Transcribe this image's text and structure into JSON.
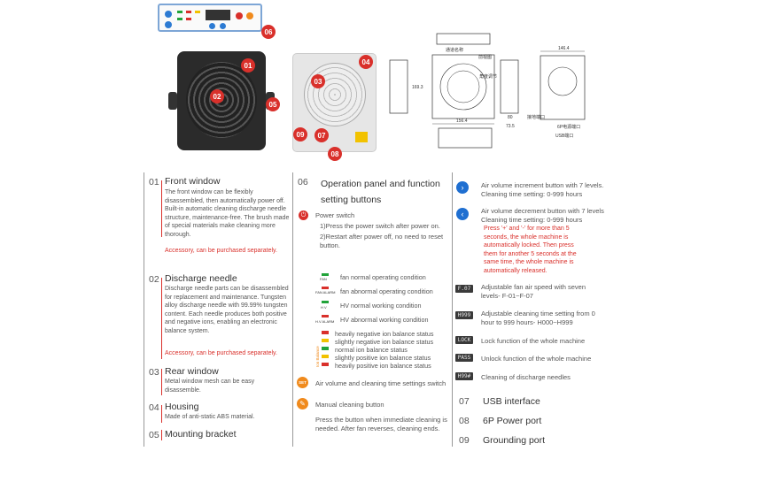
{
  "images": {
    "badges": [
      "01",
      "02",
      "03",
      "04",
      "05",
      "06",
      "07",
      "08",
      "09"
    ],
    "drawing_labels": {
      "top": "通道名称",
      "side": "前视图",
      "side2": "角度调节",
      "w1": "146.4",
      "w2": "156.4",
      "w3": "80",
      "w4": "73.5",
      "h": "169.3",
      "rear": "6P电源端口",
      "usb": "USB端口",
      "ground": "接地端口"
    }
  },
  "col1": {
    "items": [
      {
        "num": "01",
        "title": "Front window",
        "desc": "The front window can be flexibly disassembled, then automatically power off. Built-in automatic cleaning discharge needle structure, maintenance-free. The brush made of special materials make cleaning more thorough.",
        "note": "Accessory, can be purchased separately."
      },
      {
        "num": "02",
        "title": "Discharge needle",
        "desc": "Discharge needle parts can be disassembled for replacement and maintenance. Tungsten alloy discharge needle with 99.99% tungsten content. Each needle produces both positive and negative ions, enabling an electronic balance system.",
        "note": "Accessory, can be purchased separately."
      },
      {
        "num": "03",
        "title": "Rear window",
        "desc": "Metal window mesh can be easy disassemble."
      },
      {
        "num": "04",
        "title": "Housing",
        "desc": "Made of anti-static ABS material."
      },
      {
        "num": "05",
        "title": "Mounting bracket"
      }
    ]
  },
  "col2": {
    "num": "06",
    "title": "Operation panel and function setting buttons",
    "power_title": "Power switch",
    "power_1": "1)Press the power switch after power on.",
    "power_2": "2)Restart after power off, no need to reset button.",
    "fan_normal_label": "FAN",
    "fan_normal": "fan normal operating condition",
    "fan_abn_label": "FAN ALARM",
    "fan_abn": "fan abnormal operating condition",
    "hv_normal_label": "H V",
    "hv_normal": "HV normal working condition",
    "hv_abn_label": "H.V ALARM",
    "hv_abn": "HV abnormal working condition",
    "ion_label": "Ion Balance",
    "ion": [
      "heavily negative ion balance status",
      "slightly negative ion balance status",
      "normal ion balance status",
      "slightly positive ion balance status",
      "heavily positive ion balance status"
    ],
    "set_icon": "SET",
    "set": "Air volume and cleaning time settings switch",
    "clean_title": "Manual cleaning button",
    "clean_desc": "Press the button when immediate cleaning is needed. After fan reverses, cleaning ends."
  },
  "col3": {
    "inc": "Air volume increment button with 7 levels. Cleaning time setting: 0-999 hours",
    "dec": "Air volume decrement button with 7 levels Cleaning time setting: 0-999 hours",
    "dec_red": "Press '+' and '-' for more than 5 seconds, the whole machine is automatically locked. Then press them for another 5 seconds at the same time, the whole machine is automatically released.",
    "lcd": [
      "F.07",
      "H999",
      "LOCK",
      "PASS",
      "H99#"
    ],
    "fan": "Adjustable fan air speed with seven levels- F-01~F-07",
    "cleaning": "Adjustable cleaning time setting from 0 hour to 999 hours- H000~H999",
    "lock": "Lock function of the whole machine",
    "unlock": "Unlock function of the whole machine",
    "needles": "Cleaning of discharge needles",
    "ports": [
      {
        "num": "07",
        "label": "USB interface"
      },
      {
        "num": "08",
        "label": "6P Power port"
      },
      {
        "num": "09",
        "label": "Grounding port"
      }
    ]
  },
  "colors": {
    "accent": "#d9302b",
    "green": "#22a33a",
    "yellow": "#f2c200",
    "blue": "#1f6fd1",
    "orange": "#f08a1c"
  }
}
